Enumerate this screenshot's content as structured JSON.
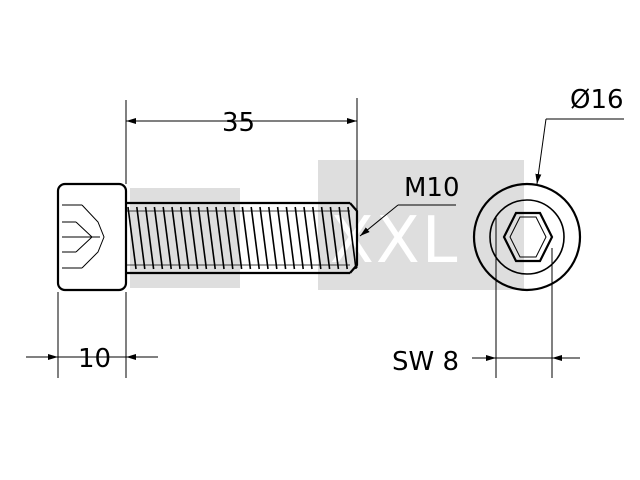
{
  "watermark": {
    "text": "XXL",
    "color": "#dedede"
  },
  "dimensions": {
    "length": "35",
    "head_length": "10",
    "thread": "M10",
    "head_diameter": "Ø16",
    "socket_size": "SW 8"
  },
  "colors": {
    "line": "#000000",
    "background": "#ffffff"
  }
}
